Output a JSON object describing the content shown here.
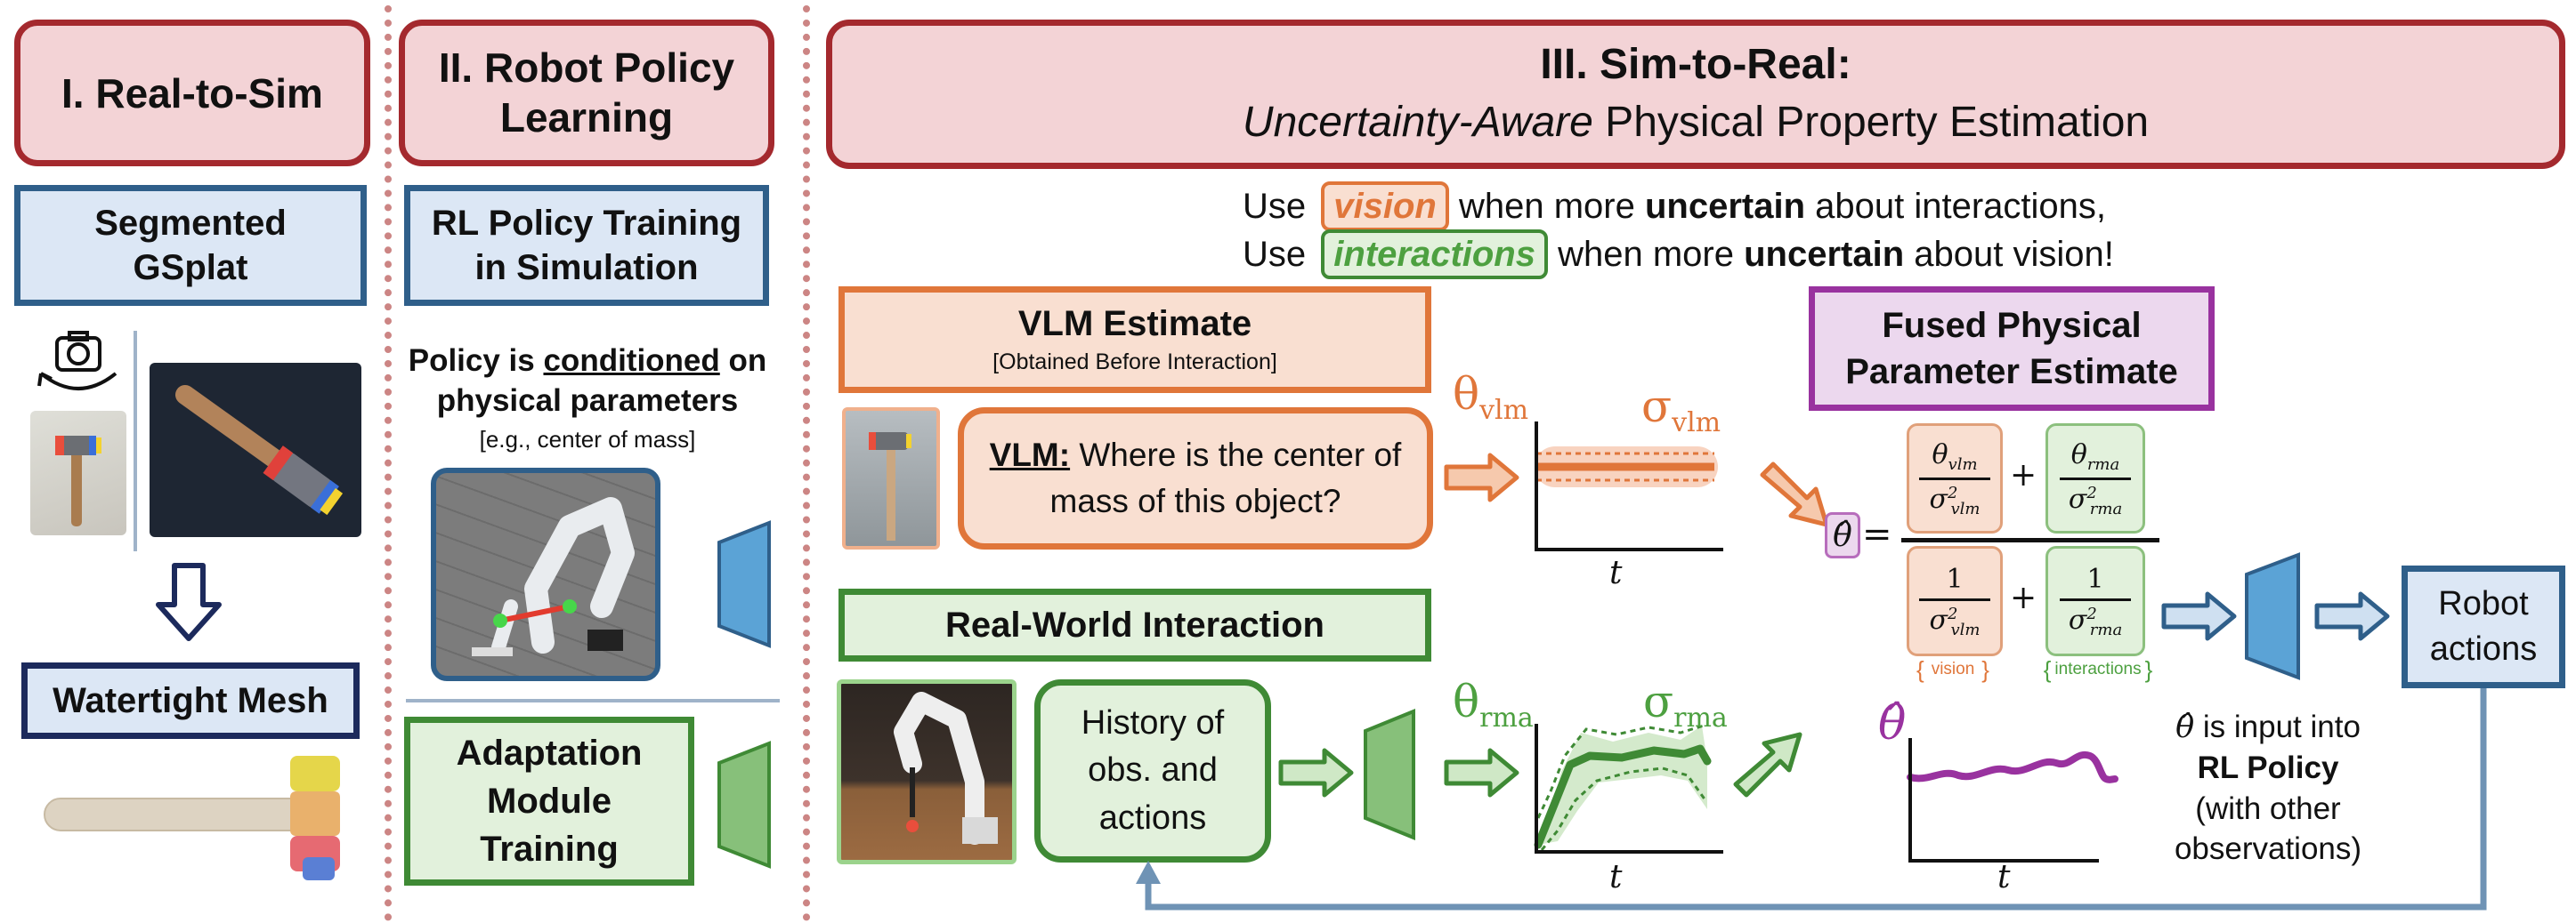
{
  "section1": {
    "title": "I. Real-to-Sim",
    "gsplat_label": "Segmented GSplat",
    "mesh_label": "Watertight Mesh"
  },
  "section2": {
    "title": "II. Robot Policy Learning",
    "rl_box_label": "RL Policy Training in Simulation",
    "policy_text_prefix": "Policy is ",
    "policy_text_underlined": "conditioned",
    "policy_text_suffix": " on physical parameters",
    "policy_example": "[e.g., center of mass]",
    "adaptation_label": "Adaptation Module Training"
  },
  "section3": {
    "title_line1": "III. Sim-to-Real:",
    "title_italic": "Uncertainty-Aware",
    "title_rest": " Physical Property Estimation",
    "use_word": "Use",
    "vision_tag": "vision",
    "line1_mid": " when more ",
    "line1_bold": "uncertain",
    "line1_end": " about interactions,",
    "interactions_tag": "interactions",
    "line2_end": " about vision!",
    "vlm_title": "VLM Estimate",
    "vlm_subtitle": "[Obtained Before Interaction]",
    "vlm_q_bold": "VLM:",
    "vlm_q_rest": " Where is the center of mass of this object?",
    "rwi_title": "Real-World Interaction",
    "history_label": "History of obs. and actions",
    "fused_title": "Fused Physical Parameter Estimate",
    "vision_brace": "vision",
    "interactions_brace": "interactions",
    "robot_actions": "Robot actions",
    "theta_input_1": " is input into",
    "theta_input_bold": "RL Policy",
    "theta_input_2": "(with other observations)"
  },
  "math": {
    "theta_vlm": "θ",
    "sub_vlm": "vlm",
    "sigma": "σ",
    "sub_rma": "rma",
    "theta_hat": "θ̂",
    "axis_t": "t",
    "equals": "=",
    "plus": "+",
    "one": "1",
    "sq": "2"
  },
  "colors": {
    "section_red": "#a4292e",
    "blue": "#2f5f8a",
    "green": "#3f8a35",
    "orange": "#e0763a",
    "purple": "#99329f"
  }
}
